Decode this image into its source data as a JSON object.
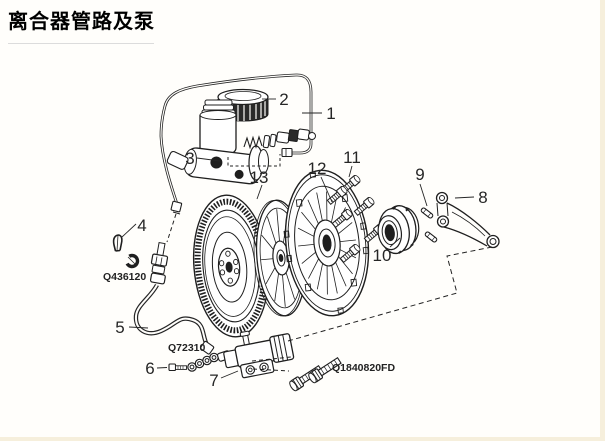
{
  "page": {
    "title": "离合器管路及泵"
  },
  "callouts": [
    {
      "label": "1"
    },
    {
      "label": "2"
    },
    {
      "label": "3"
    },
    {
      "label": "4"
    },
    {
      "label": "5"
    },
    {
      "label": "6"
    },
    {
      "label": "7"
    },
    {
      "label": "8"
    },
    {
      "label": "9"
    },
    {
      "label": "10"
    },
    {
      "label": "11"
    },
    {
      "label": "12"
    },
    {
      "label": "13"
    }
  ],
  "part_codes": [
    {
      "label": "Q436120"
    },
    {
      "label": "Q72310"
    },
    {
      "label": "Q1840820FD"
    }
  ]
}
